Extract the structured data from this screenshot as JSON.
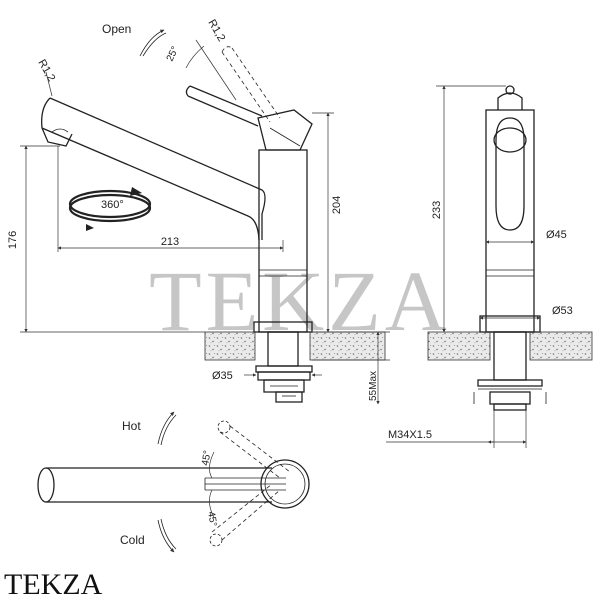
{
  "labels": {
    "open": "Open",
    "r12_top": "R1,2",
    "angle_25": "25°",
    "r12_left": "R1,2",
    "rot_360": "360°",
    "d204": "204",
    "d233": "233",
    "d176": "176",
    "d213": "213",
    "d45": "Ø45",
    "d53": "Ø53",
    "d35": "Ø35",
    "max55": "55Max",
    "thread": "M34X1.5",
    "hot": "Hot",
    "cold": "Cold",
    "angle_45_top": "45°",
    "angle_45_bottom": "45°"
  },
  "watermark": "TEKZA",
  "brand": "TEKZA"
}
